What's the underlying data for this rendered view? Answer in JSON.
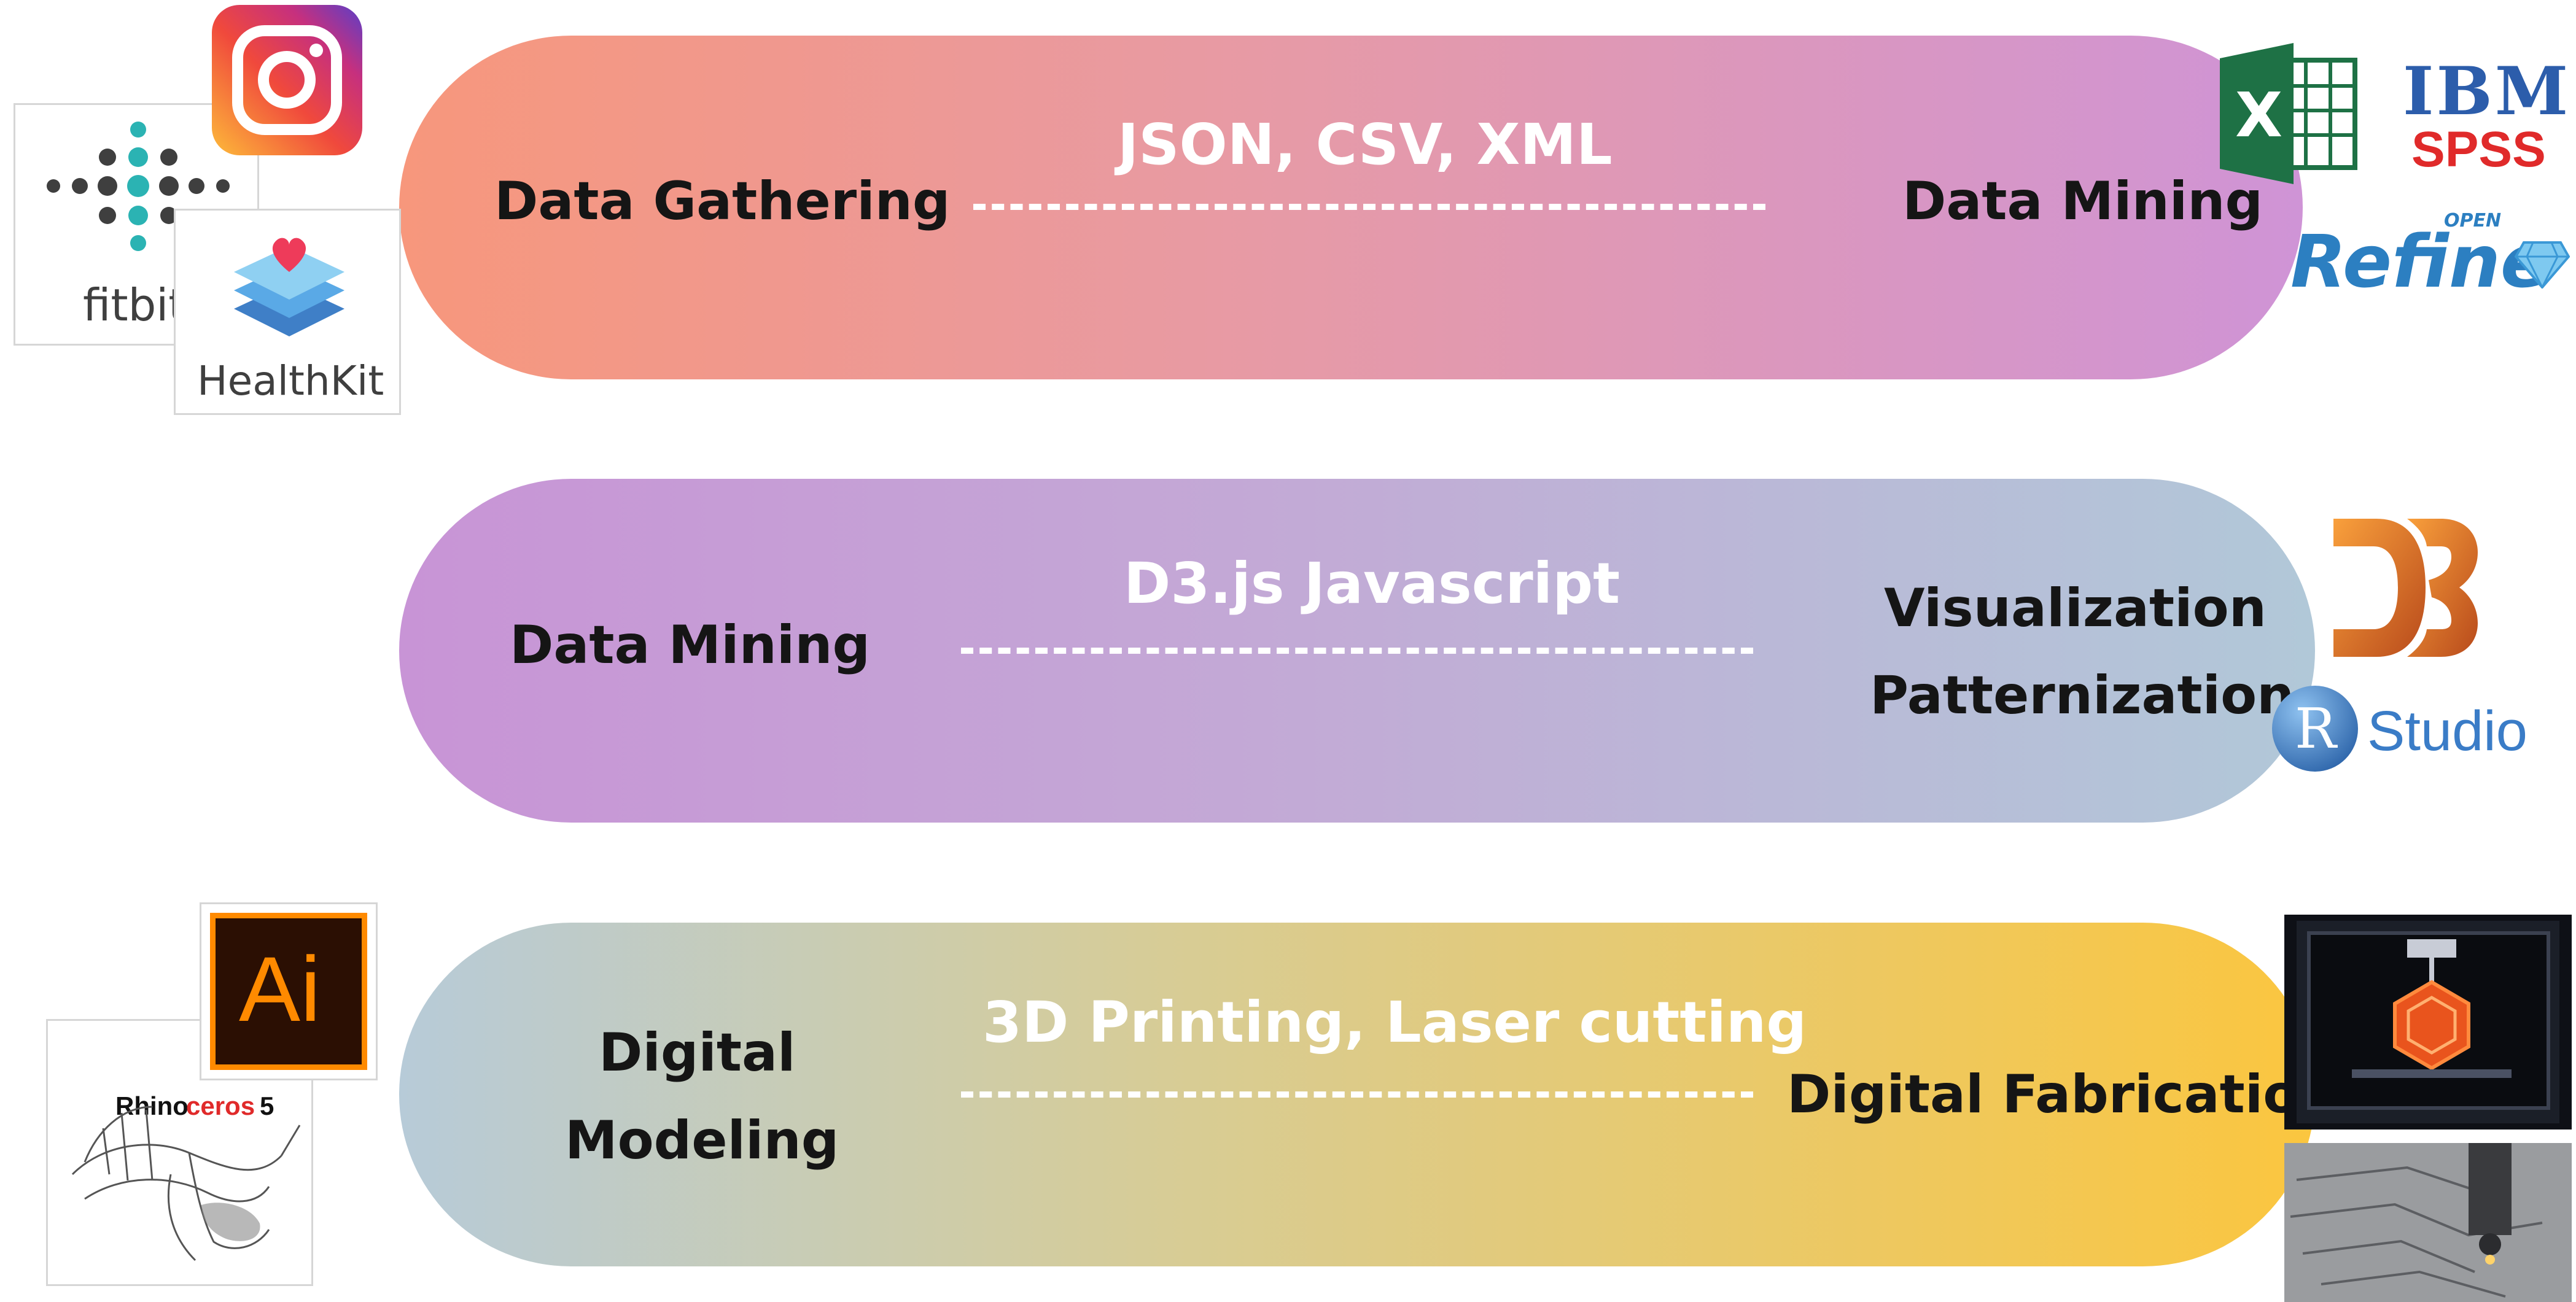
{
  "rows": [
    {
      "left_label": "Data Gathering",
      "middle_label": "JSON, CSV, XML",
      "right_label": "Data Mining"
    },
    {
      "left_label": "Data Mining",
      "middle_label": "D3.js Javascript",
      "right_label_line1": "Visualization",
      "right_label_line2": "Patternization"
    },
    {
      "left_label_line1": "Digital",
      "left_label_line2": "Modeling",
      "middle_label": "3D Printing, Laser cutting",
      "right_label": "Digital Fabrication"
    }
  ],
  "logos": {
    "fitbit": "fitbit",
    "healthkit": "HealthKit",
    "excel": "X",
    "ibm": "IBM",
    "spss": "SPSS",
    "refine_open": "OPEN",
    "refine": "Refine",
    "rstudio_r": "R",
    "rstudio": "Studio",
    "illustrator": "Ai",
    "rhino_a": "Rhino",
    "rhino_b": "ceros",
    "rhino_c": "5"
  },
  "colors": {
    "row1_start": "#f7977c",
    "row1_end": "#cf94d6",
    "row2_start": "#c894d6",
    "row2_end": "#b1c8d8",
    "row3_start": "#b7cbd8",
    "row3_end": "#fbc63f",
    "excel_green": "#1e7145",
    "ibm_blue": "#2c5dab",
    "spss_red": "#e02a2a",
    "d3_orange": "#f37021",
    "rstudio_blue": "#3a7cc7",
    "ai_orange": "#ff8a00",
    "ai_bg": "#2b0f03",
    "fitbit_teal": "#2bb3b3"
  }
}
